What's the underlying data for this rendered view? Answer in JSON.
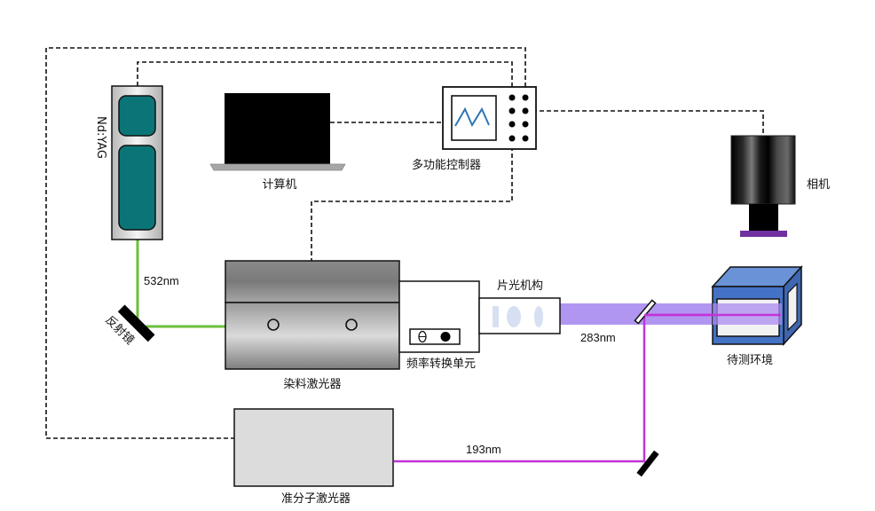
{
  "diagram": {
    "title": "激光诊断实验装置示意图",
    "components": {
      "nd_yag": {
        "label": "Nd:YAG"
      },
      "computer": {
        "label": "计算机"
      },
      "controller": {
        "label": "多功能控制器"
      },
      "camera": {
        "label": "相机"
      },
      "mirror_left": {
        "label": "反射镜"
      },
      "dye_laser": {
        "label": "染料激光器"
      },
      "frequency_unit": {
        "label": "频率转换单元"
      },
      "sheet_optics": {
        "label": "片光机构"
      },
      "test_environment": {
        "label": "待测环境"
      },
      "excimer_laser": {
        "label": "准分子激光器"
      }
    },
    "beams": {
      "green": {
        "label": "532nm",
        "color": "#6dbf3b"
      },
      "uv_sheet": {
        "label": "283nm",
        "color": "#a98bef"
      },
      "excimer": {
        "label": "193nm",
        "color": "#c233d8"
      }
    },
    "colors": {
      "teal": "#0b7477",
      "camera_filter": "#7030a0",
      "box_blue": "#4472c4",
      "waveform": "#2e75b6"
    }
  }
}
